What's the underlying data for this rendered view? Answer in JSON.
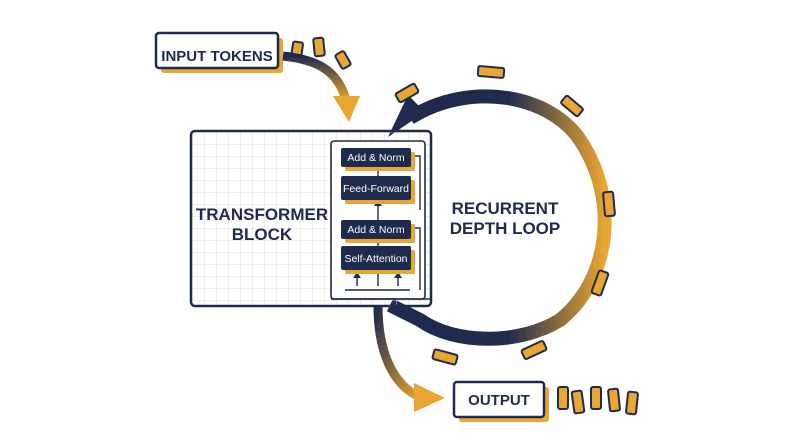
{
  "diagram": {
    "input_label": "INPUT TOKENS",
    "output_label": "OUTPUT",
    "block_title_line1": "TRANSFORMER",
    "block_title_line2": "BLOCK",
    "loop_title_line1": "RECURRENT",
    "loop_title_line2": "DEPTH LOOP",
    "layers": {
      "add_norm_top": "Add & Norm",
      "feed_forward": "Feed-Forward",
      "add_norm_bottom": "Add & Norm",
      "self_attention": "Self-Attention"
    }
  },
  "colors": {
    "navy": "#1f2b4d",
    "gold": "#e9a632",
    "grid": "#d9dee8",
    "white": "#ffffff"
  }
}
